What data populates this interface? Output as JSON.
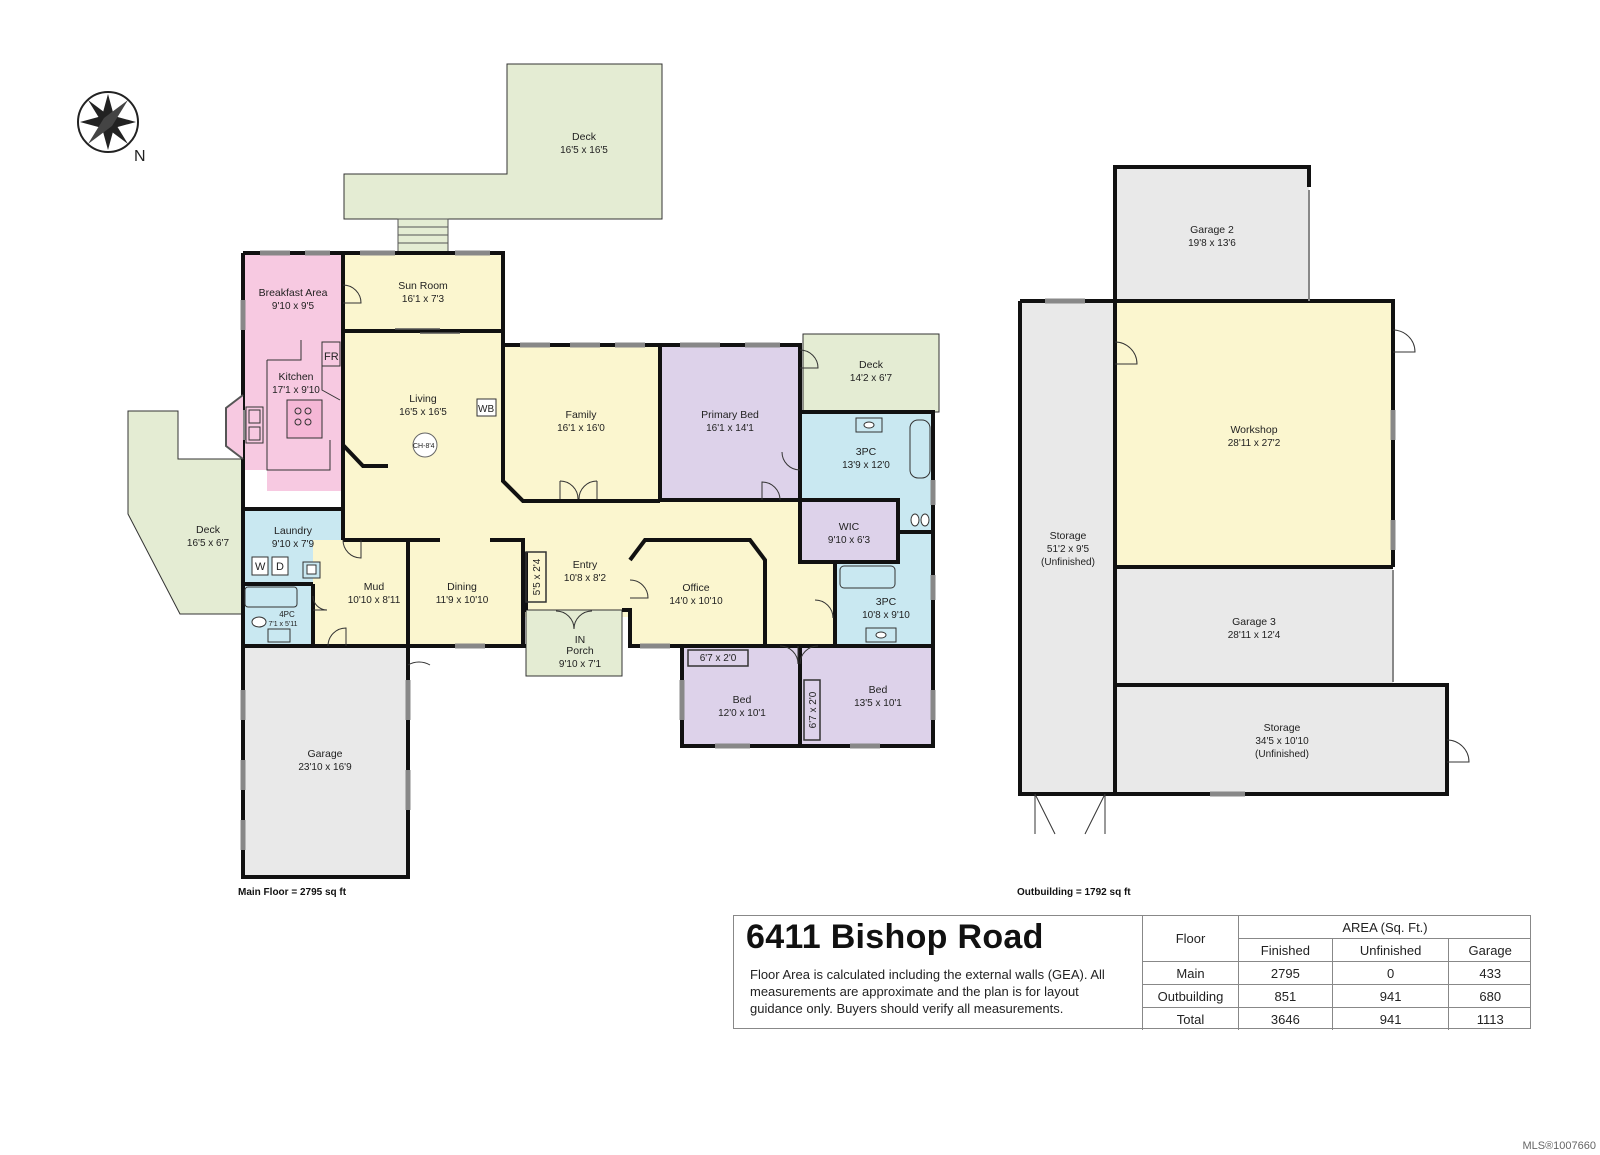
{
  "compass": {
    "label": "N",
    "icon": "compass-rose-icon"
  },
  "colors": {
    "deck": "#e4ecd3",
    "sunroom": "#fbf6cf",
    "living": "#fbf6cf",
    "kitchen": "#f7c9e1",
    "bath": "#c9e8f1",
    "bedroom": "#ddd2ea",
    "garage": "#e9e9e9",
    "wall": "#111111"
  },
  "rooms": {
    "deck_top": {
      "name": "Deck",
      "dim": "16'5 x 16'5"
    },
    "sun_room": {
      "name": "Sun Room",
      "dim": "16'1 x 7'3"
    },
    "breakfast": {
      "name": "Breakfast Area",
      "dim": "9'10 x 9'5"
    },
    "kitchen": {
      "name": "Kitchen",
      "dim": "17'1 x 9'10"
    },
    "fr_label": "FR",
    "living": {
      "name": "Living",
      "dim": "16'5 x 16'5"
    },
    "wb_label": "WB",
    "ch_label": "CH-8'4",
    "family": {
      "name": "Family",
      "dim": "16'1 x 16'0"
    },
    "primary_bed": {
      "name": "Primary Bed",
      "dim": "16'1 x 14'1"
    },
    "deck_right": {
      "name": "Deck",
      "dim": "14'2 x 6'7"
    },
    "ensuite": {
      "name": "3PC",
      "dim": "13'9 x 12'0"
    },
    "wic": {
      "name": "WIC",
      "dim": "9'10 x 6'3"
    },
    "bath2": {
      "name": "3PC",
      "dim": "10'8 x 9'10"
    },
    "deck_left": {
      "name": "Deck",
      "dim": "16'5 x 6'7"
    },
    "laundry": {
      "name": "Laundry",
      "dim": "9'10 x 7'9"
    },
    "washer_label": "W",
    "dryer_label": "D",
    "bath4": {
      "name": "4PC",
      "dim": "7'1 x 5'11"
    },
    "mud": {
      "name": "Mud",
      "dim": "10'10 x 8'11"
    },
    "dining": {
      "name": "Dining",
      "dim": "11'9 x 10'10"
    },
    "closet_entry": "5'5 x 2'4",
    "entry": {
      "name": "Entry",
      "dim": "10'8 x 8'2"
    },
    "office": {
      "name": "Office",
      "dim": "14'0 x 10'10"
    },
    "in_label": "IN",
    "porch": {
      "name": "Porch",
      "dim": "9'10 x 7'1"
    },
    "closet_bed1": "6'7 x 2'0",
    "bed1": {
      "name": "Bed",
      "dim": "12'0 x 10'1"
    },
    "closet_bed2": "6'7 x 2'0",
    "bed2": {
      "name": "Bed",
      "dim": "13'5 x 10'1"
    },
    "garage": {
      "name": "Garage",
      "dim": "23'10 x 16'9"
    },
    "garage2": {
      "name": "Garage 2",
      "dim": "19'8 x 13'6"
    },
    "workshop": {
      "name": "Workshop",
      "dim": "28'11 x 27'2"
    },
    "storage_left": {
      "name": "Storage",
      "dim": "51'2 x 9'5",
      "note": "(Unfinished)"
    },
    "garage3": {
      "name": "Garage 3",
      "dim": "28'11 x 12'4"
    },
    "storage_bottom": {
      "name": "Storage",
      "dim": "34'5 x 10'10",
      "note": "(Unfinished)"
    }
  },
  "captions": {
    "main_floor": "Main Floor = 2795 sq ft",
    "outbuilding": "Outbuilding = 1792 sq ft"
  },
  "info": {
    "address": "6411 Bishop Road",
    "disclaimer": "Floor Area is calculated including the external walls (GEA). All measurements are approximate and the plan is for layout guidance only. Buyers should verify all measurements.",
    "table": {
      "floor_header": "Floor",
      "area_header": "AREA (Sq. Ft.)",
      "columns": [
        "Finished",
        "Unfinished",
        "Garage"
      ],
      "rows": [
        {
          "floor": "Main",
          "finished": "2795",
          "unfinished": "0",
          "garage": "433"
        },
        {
          "floor": "Outbuilding",
          "finished": "851",
          "unfinished": "941",
          "garage": "680"
        },
        {
          "floor": "Total",
          "finished": "3646",
          "unfinished": "941",
          "garage": "1113"
        }
      ]
    }
  },
  "mls": "MLS®1007660"
}
